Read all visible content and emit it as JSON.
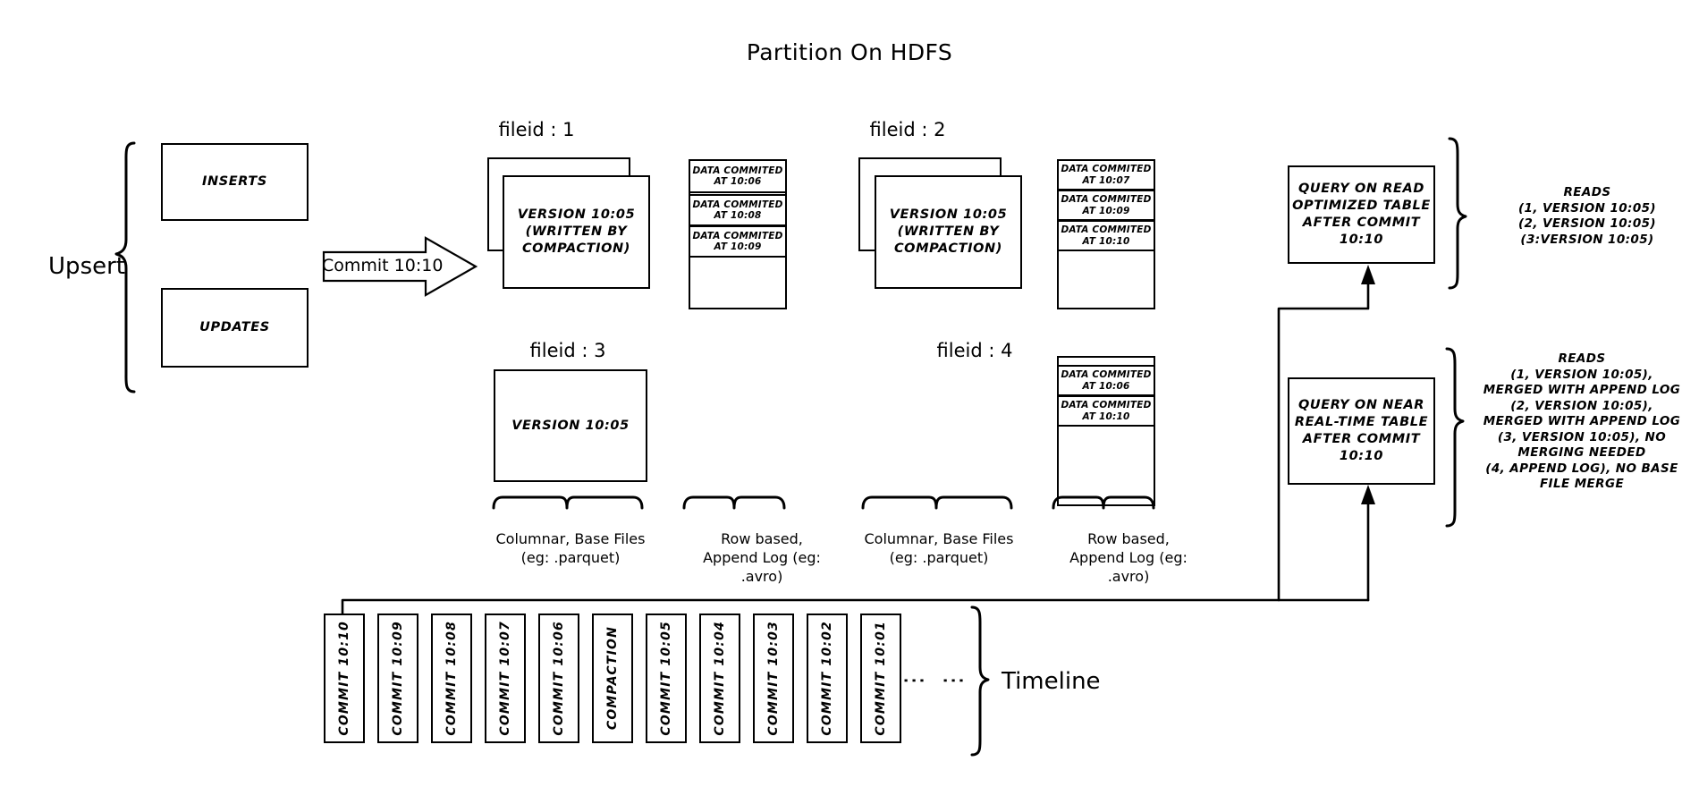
{
  "title": "Partition On HDFS",
  "left": {
    "upsert_label": "Upsert",
    "inserts_label": "INSERTS",
    "updates_label": "UPDATES",
    "commit_arrow_label": "Commit 10:10"
  },
  "fileids": [
    {
      "header": "fileid : 1",
      "base_text": "VERSION 10:05\n(WRITTEN BY\nCOMPACTION)",
      "stacked": true,
      "log_entries": [
        "DATA COMMITED\nAT 10:06",
        "DATA COMMITED\nAT 10:08",
        "DATA COMMITED\nAT 10:09"
      ]
    },
    {
      "header": "fileid : 2",
      "base_text": "VERSION 10:05\n(WRITTEN BY\nCOMPACTION)",
      "stacked": true,
      "log_entries": [
        "DATA COMMITED\nAT 10:07",
        "DATA COMMITED\nAT 10:09",
        "DATA COMMITED\nAT 10:10"
      ]
    },
    {
      "header": "fileid : 3",
      "base_text": "VERSION 10:05",
      "stacked": false,
      "log_entries": []
    },
    {
      "header": "fileid : 4",
      "base_text": "",
      "stacked": false,
      "log_entries": [
        "DATA COMMITED\nAT 10:06",
        "DATA COMMITED\nAT 10:10"
      ]
    }
  ],
  "captions": {
    "columnar": "Columnar, Base Files\n(eg: .parquet)",
    "rowbased": "Row based,\nAppend Log  (eg:\n.avro)"
  },
  "queries": [
    {
      "label": "QUERY ON READ\nOPTIMIZED TABLE\nAFTER COMMIT\n10:10",
      "reads": "READS\n(1, VERSION 10:05)\n(2, VERSION 10:05)\n(3:VERSION 10:05)"
    },
    {
      "label": "QUERY ON NEAR\nREAL-TIME TABLE\nAFTER COMMIT\n10:10",
      "reads": "READS\n(1, VERSION 10:05),\nMERGED WITH APPEND LOG\n(2, VERSION 10:05),\nMERGED WITH APPEND LOG\n(3, VERSION 10:05), NO\nMERGING NEEDED\n(4, APPEND LOG), NO BASE\nFILE MERGE"
    }
  ],
  "timeline": {
    "label": "Timeline",
    "ellipsis": "⋮",
    "chips": [
      "COMMIT  10:10",
      "COMMIT  10:09",
      "COMMIT  10:08",
      "COMMIT  10:07",
      "COMMIT  10:06",
      "COMPACTION",
      "COMMIT  10:05",
      "COMMIT  10:04",
      "COMMIT  10:03",
      "COMMIT  10:02",
      "COMMIT  10:01"
    ]
  },
  "colors": {
    "stroke": "#000000",
    "background": "#ffffff"
  }
}
